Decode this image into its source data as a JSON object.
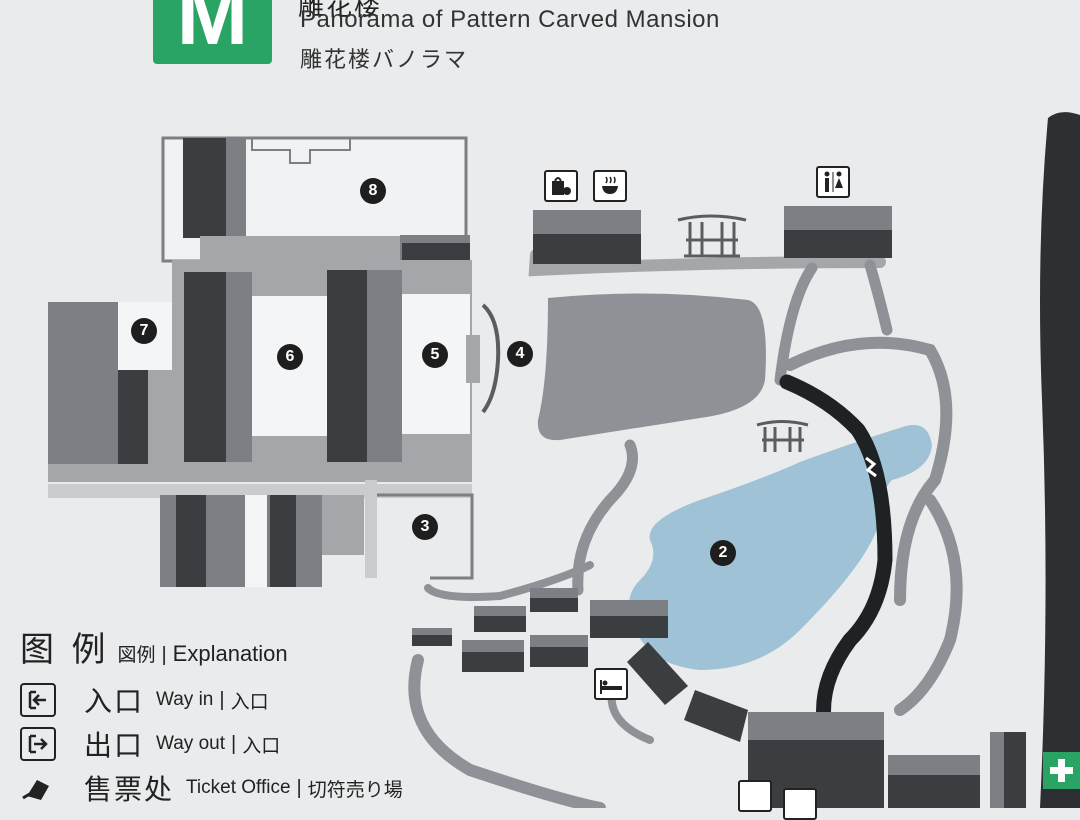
{
  "header": {
    "badge_letter": "M",
    "title_cut": "雕花楼",
    "title_en": "Panorama of Pattern Carved Mansion",
    "title_jp": "雕花楼バノラマ"
  },
  "markers": [
    "8",
    "7",
    "6",
    "5",
    "4",
    "3",
    "2"
  ],
  "legend": {
    "heading_zh": "图 例",
    "heading_jp": "図例",
    "separator": "|",
    "heading_en": "Explanation",
    "items": [
      {
        "zh": "入口",
        "en": "Way in",
        "jp": "入口",
        "icon": "way-in-icon"
      },
      {
        "zh": "出口",
        "en": "Way out",
        "jp": "入口",
        "icon": "way-out-icon"
      },
      {
        "zh": "售票处",
        "en": "Ticket Office",
        "jp": "切符売り場",
        "icon": "ticket-office-icon"
      }
    ]
  },
  "facility_icons": [
    "shop-icon",
    "tea-house-icon",
    "toilet-icon",
    "hotel-icon",
    "info-icon",
    "first-aid-icon"
  ],
  "colors": {
    "badge": "#2aa465",
    "water": "#9fc2d6",
    "building_dark": "#3b3e41",
    "building_mid": "#7c7f83",
    "building_light": "#a4a7aa",
    "path_dark": "#1f2224"
  }
}
